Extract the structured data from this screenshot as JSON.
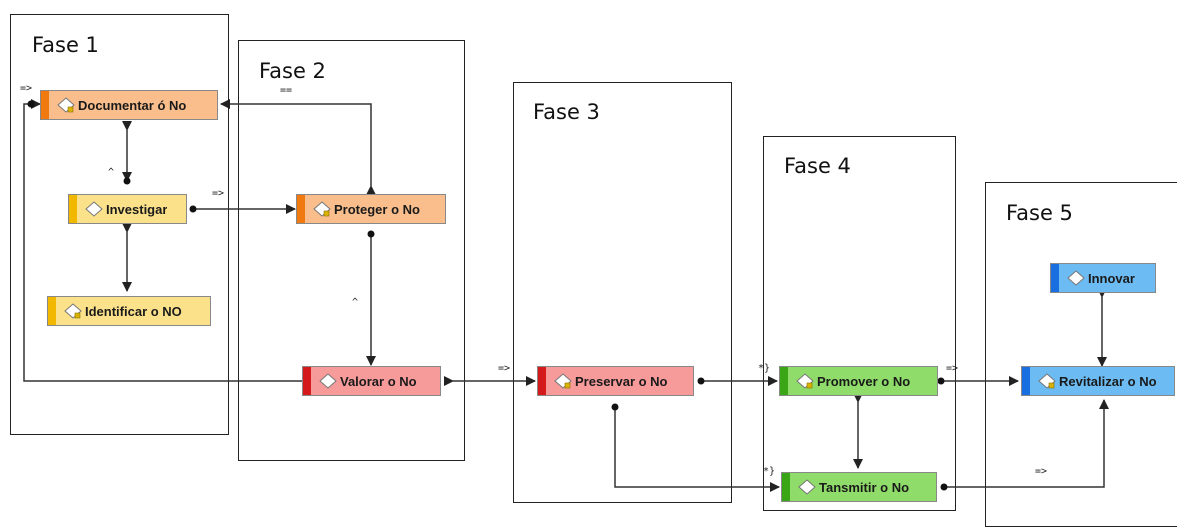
{
  "phases": [
    {
      "id": "fase1",
      "title": "Fase 1"
    },
    {
      "id": "fase2",
      "title": "Fase 2"
    },
    {
      "id": "fase3",
      "title": "Fase 3"
    },
    {
      "id": "fase4",
      "title": "Fase 4"
    },
    {
      "id": "fase5",
      "title": "Fase 5"
    }
  ],
  "nodes": [
    {
      "id": "documentar",
      "label": "Documentar ó No",
      "color": "orange"
    },
    {
      "id": "investigar",
      "label": "Investigar",
      "color": "yellow"
    },
    {
      "id": "identificar",
      "label": "Identificar o NO",
      "color": "yellow"
    },
    {
      "id": "proteger",
      "label": "Proteger o No",
      "color": "orange"
    },
    {
      "id": "valorar",
      "label": "Valorar o No",
      "color": "red"
    },
    {
      "id": "preservar",
      "label": "Preservar o No",
      "color": "red"
    },
    {
      "id": "promover",
      "label": "Promover o No",
      "color": "green"
    },
    {
      "id": "tansmitir",
      "label": "Tansmitir o No",
      "color": "green"
    },
    {
      "id": "innovar",
      "label": "Innovar",
      "color": "blue"
    },
    {
      "id": "revitalizar",
      "label": "Revitalizar o No",
      "color": "blue"
    }
  ],
  "colors": {
    "orange": {
      "fill": "#f9be8c",
      "stripe": "#f07a10"
    },
    "yellow": {
      "fill": "#fbe28a",
      "stripe": "#f2b800"
    },
    "red": {
      "fill": "#f69a9a",
      "stripe": "#d41a1a"
    },
    "green": {
      "fill": "#8fdc6a",
      "stripe": "#3aa616"
    },
    "blue": {
      "fill": "#6cbbf2",
      "stripe": "#1a6fe0"
    }
  },
  "marks": {
    "m1": "=>",
    "m2": "==",
    "m3": "^",
    "m4": "=>",
    "m5": "^",
    "m6": "=>",
    "m7": "*}",
    "m8": "=>",
    "m9": "*}",
    "m10": "=>"
  }
}
